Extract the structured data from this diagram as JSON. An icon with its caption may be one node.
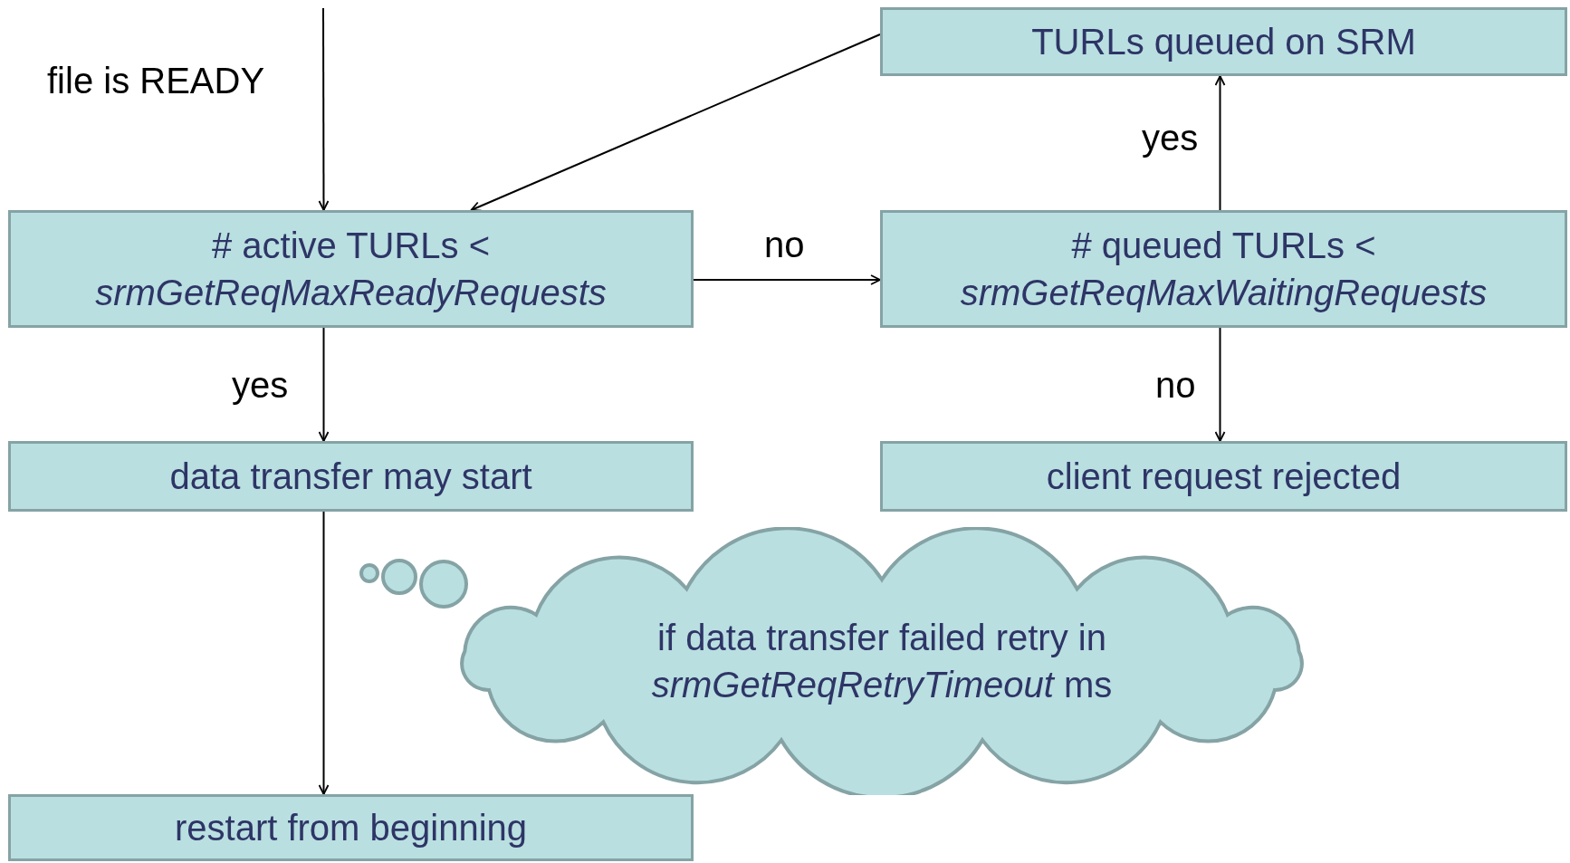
{
  "diagram": {
    "nodes": [
      {
        "text": [
          "TURLs queued on SRM"
        ]
      },
      {
        "text": [
          "# active TURLs < *srmGetReqMaxReadyRequests*"
        ]
      },
      {
        "text": [
          "# queued TURLs < *srmGetReqMaxWaitingRequests*"
        ]
      },
      {
        "text": [
          "data transfer may start"
        ]
      },
      {
        "text": [
          "client request rejected"
        ]
      },
      {
        "text": [
          "if data transfer failed retry in *srmGetReqRetryTimeout* ms"
        ]
      },
      {
        "text": [
          "restart from beginning"
        ]
      }
    ],
    "edges": [
      {
        "from": null,
        "to": 1,
        "arrow": "to",
        "label": "file is READY"
      },
      {
        "from": 0,
        "to": 1,
        "arrow": "to"
      },
      {
        "from": 1,
        "to": 2,
        "arrow": "to",
        "label": "no"
      },
      {
        "from": 2,
        "to": 0,
        "arrow": "to",
        "label": "yes"
      },
      {
        "from": 1,
        "to": 3,
        "arrow": "to",
        "label": "yes"
      },
      {
        "from": 2,
        "to": 4,
        "arrow": "to",
        "label": "no"
      },
      {
        "from": 3,
        "to": 6,
        "arrow": "to"
      }
    ]
  }
}
